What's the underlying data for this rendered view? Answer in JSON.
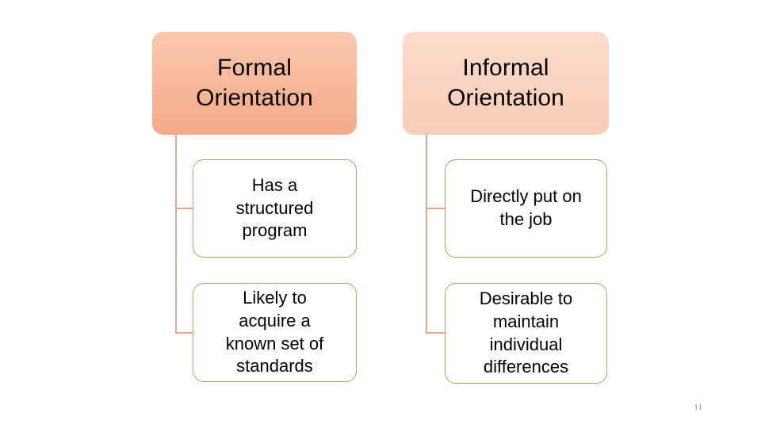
{
  "slide": {
    "page_number": "11",
    "background_color": "#ffffff"
  },
  "diagram": {
    "type": "hierarchy",
    "connector_color": "#e8a887",
    "child_border_color": "#c79a63",
    "columns": [
      {
        "id": "formal",
        "header": {
          "label": "Formal\nOrientation",
          "fill_color": "#f7bb9d"
        },
        "children": [
          {
            "label": "Has a\nstructured\nprogram",
            "fill_color": "#ffffff"
          },
          {
            "label": "Likely to\nacquire a\nknown set of\nstandards",
            "fill_color": "#ffffff"
          }
        ]
      },
      {
        "id": "informal",
        "header": {
          "label": "Informal\nOrientation",
          "fill_color": "#fad4c0"
        },
        "children": [
          {
            "label": "Directly put on\nthe job",
            "fill_color": "#ffffff"
          },
          {
            "label": "Desirable to\nmaintain\nindividual\ndifferences",
            "fill_color": "#ffffff"
          }
        ]
      }
    ]
  }
}
